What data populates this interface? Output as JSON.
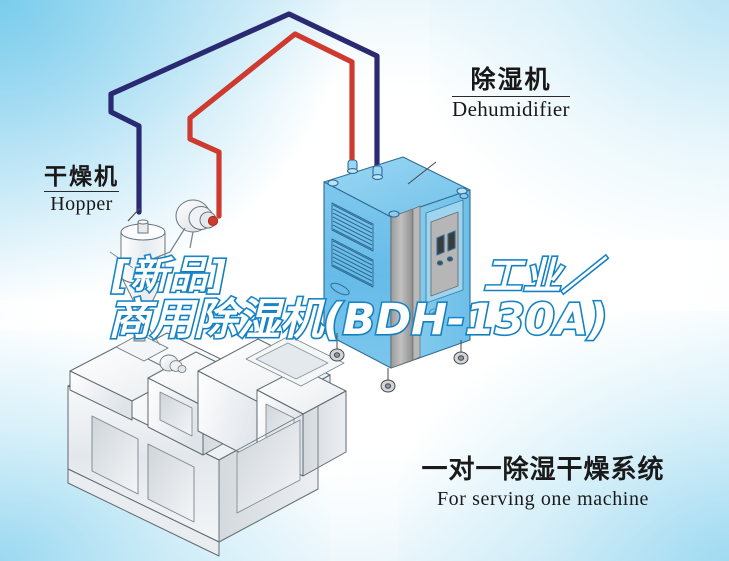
{
  "diagram": {
    "title_overlay": {
      "line1_left": "[新品]",
      "line1_right": "工业／",
      "line2": "商用除湿机(BDH-130A)",
      "text_color": "#ffffff",
      "outline_color": "#1887c9"
    },
    "callouts": [
      {
        "id": "dehumidifier",
        "cn": "除湿机",
        "en": "Dehumidifier"
      },
      {
        "id": "hopper",
        "cn": "干燥机",
        "en": "Hopper"
      }
    ],
    "caption": {
      "cn": "一对一除湿干燥系统",
      "en": "For serving one machine"
    },
    "parts": {
      "dehumidifier_cabinet": "dehumidifier-cabinet",
      "hopper_dryer": "hopper-dryer",
      "blower": "blower-unit",
      "molding_machine": "injection-molding-machine",
      "pipe_supply": "supply-air-pipe",
      "pipe_return": "return-air-pipe"
    },
    "colors": {
      "cabinet_front": "#6cc0ea",
      "cabinet_side": "#a9a9a9",
      "cabinet_top": "#86cdef",
      "pipe_return_red": "#cf3a2e",
      "pipe_supply_navy": "#2a2a72",
      "machine_gray": "#e8ebee",
      "background_blue": "#a4dcf2"
    }
  }
}
